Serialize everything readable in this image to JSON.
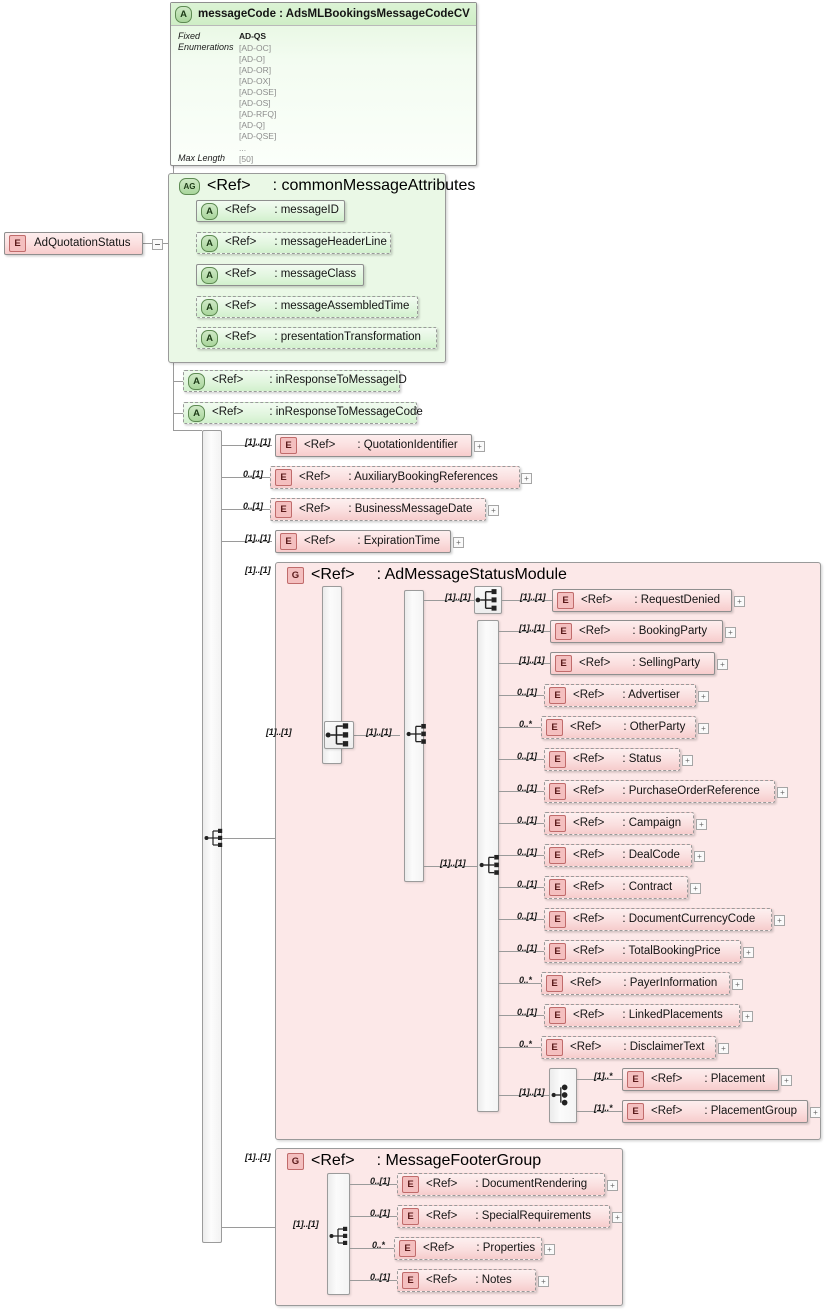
{
  "diagram": {
    "type": "xsd-schema-diagram",
    "root": {
      "name": "AdQuotationStatus",
      "badge": "E",
      "expander": "minus"
    },
    "ref_label": "<Ref>",
    "enumeration_card": {
      "badge": "A",
      "title": "messageCode : AdsMLBookingsMessageCodeCV",
      "rows": [
        {
          "key": "Fixed",
          "key2": "Enumerations",
          "value": "AD-QS"
        },
        {
          "key": "",
          "value": "[AD-OC]"
        },
        {
          "key": "",
          "value": "[AD-O]"
        },
        {
          "key": "",
          "value": "[AD-OR]"
        },
        {
          "key": "",
          "value": "[AD-OX]"
        },
        {
          "key": "",
          "value": "[AD-OSE]"
        },
        {
          "key": "",
          "value": "[AD-OS]"
        },
        {
          "key": "",
          "value": "[AD-RFQ]"
        },
        {
          "key": "",
          "value": "[AD-Q]"
        },
        {
          "key": "",
          "value": "[AD-QSE]"
        },
        {
          "key": "",
          "value": "..."
        },
        {
          "key": "Max Length",
          "value": "[50]"
        }
      ]
    },
    "attribute_group": {
      "badge": "AG",
      "ref": "<Ref>",
      "name": ": commonMessageAttributes",
      "attributes": [
        {
          "badge": "A",
          "ref": "<Ref>",
          "name": ": messageID",
          "optional": false
        },
        {
          "badge": "A",
          "ref": "<Ref>",
          "name": ": messageHeaderLine",
          "optional": true
        },
        {
          "badge": "A",
          "ref": "<Ref>",
          "name": ": messageClass",
          "optional": false
        },
        {
          "badge": "A",
          "ref": "<Ref>",
          "name": ": messageAssembledTime",
          "optional": true
        },
        {
          "badge": "A",
          "ref": "<Ref>",
          "name": ": presentationTransformation",
          "optional": true
        }
      ]
    },
    "standalone_attributes": [
      {
        "badge": "A",
        "ref": "<Ref>",
        "name": ": inResponseToMessageID",
        "optional": true
      },
      {
        "badge": "A",
        "ref": "<Ref>",
        "name": ": inResponseToMessageCode",
        "optional": true
      }
    ],
    "top_sequence": {
      "compositor": "sequence",
      "cardinality": "[1]..[1]",
      "children": [
        {
          "badge": "E",
          "ref": "<Ref>",
          "name": ": QuotationIdentifier",
          "cardinality": "[1]..[1]",
          "optional": false,
          "expand": "+"
        },
        {
          "badge": "E",
          "ref": "<Ref>",
          "name": ": AuxiliaryBookingReferences",
          "cardinality": "0..[1]",
          "optional": true,
          "expand": "+"
        },
        {
          "badge": "E",
          "ref": "<Ref>",
          "name": ": BusinessMessageDate",
          "cardinality": "0..[1]",
          "optional": true,
          "expand": "+"
        },
        {
          "badge": "E",
          "ref": "<Ref>",
          "name": ": ExpirationTime",
          "cardinality": "[1]..[1]",
          "optional": false,
          "expand": "+"
        }
      ]
    },
    "ad_message_status_module": {
      "badge": "G",
      "ref": "<Ref>",
      "name": ": AdMessageStatusModule",
      "cardinality": "[1]..[1]",
      "inner_cardinality_1": "[1]..[1]",
      "inner_cardinality_2": "[1]..[1]",
      "request_denied": {
        "badge": "E",
        "ref": "<Ref>",
        "name": ": RequestDenied",
        "cardinality": "[1]..[1]",
        "optional": false,
        "expand": "+"
      },
      "request_denied_branch_cardinality": "[1]..[1]",
      "second_branch_cardinality": "[1]..[1]",
      "elements": [
        {
          "badge": "E",
          "ref": "<Ref>",
          "name": ": BookingParty",
          "cardinality": "[1]..[1]",
          "optional": false,
          "expand": "+"
        },
        {
          "badge": "E",
          "ref": "<Ref>",
          "name": ": SellingParty",
          "cardinality": "[1]..[1]",
          "optional": false,
          "expand": "+"
        },
        {
          "badge": "E",
          "ref": "<Ref>",
          "name": ": Advertiser",
          "cardinality": "0..[1]",
          "optional": true,
          "expand": "+"
        },
        {
          "badge": "E",
          "ref": "<Ref>",
          "name": ": OtherParty",
          "cardinality": "0..*",
          "optional": true,
          "expand": "+"
        },
        {
          "badge": "E",
          "ref": "<Ref>",
          "name": ": Status",
          "cardinality": "0..[1]",
          "optional": true,
          "expand": "+"
        },
        {
          "badge": "E",
          "ref": "<Ref>",
          "name": ": PurchaseOrderReference",
          "cardinality": "0..[1]",
          "optional": true,
          "expand": "+"
        },
        {
          "badge": "E",
          "ref": "<Ref>",
          "name": ": Campaign",
          "cardinality": "0..[1]",
          "optional": true,
          "expand": "+"
        },
        {
          "badge": "E",
          "ref": "<Ref>",
          "name": ": DealCode",
          "cardinality": "0..[1]",
          "optional": true,
          "expand": "+"
        },
        {
          "badge": "E",
          "ref": "<Ref>",
          "name": ": Contract",
          "cardinality": "0..[1]",
          "optional": true,
          "expand": "+"
        },
        {
          "badge": "E",
          "ref": "<Ref>",
          "name": ": DocumentCurrencyCode",
          "cardinality": "0..[1]",
          "optional": true,
          "expand": "+"
        },
        {
          "badge": "E",
          "ref": "<Ref>",
          "name": ": TotalBookingPrice",
          "cardinality": "0..[1]",
          "optional": true,
          "expand": "+"
        },
        {
          "badge": "E",
          "ref": "<Ref>",
          "name": ": PayerInformation",
          "cardinality": "0..*",
          "optional": true,
          "expand": "+"
        },
        {
          "badge": "E",
          "ref": "<Ref>",
          "name": ": LinkedPlacements",
          "cardinality": "0..[1]",
          "optional": true,
          "expand": "+"
        },
        {
          "badge": "E",
          "ref": "<Ref>",
          "name": ": DisclaimerText",
          "cardinality": "0..*",
          "optional": true,
          "expand": "+"
        }
      ],
      "placement_choice": {
        "compositor": "choice",
        "cardinality": "[1]..[1]",
        "options": [
          {
            "badge": "E",
            "ref": "<Ref>",
            "name": ": Placement",
            "cardinality": "[1]..*",
            "optional": false,
            "expand": "+"
          },
          {
            "badge": "E",
            "ref": "<Ref>",
            "name": ": PlacementGroup",
            "cardinality": "[1]..*",
            "optional": false,
            "expand": "+"
          }
        ]
      }
    },
    "message_footer_group": {
      "badge": "G",
      "ref": "<Ref>",
      "name": ": MessageFooterGroup",
      "cardinality": "[1]..[1]",
      "inner_cardinality": "[1]..[1]",
      "elements": [
        {
          "badge": "E",
          "ref": "<Ref>",
          "name": ": DocumentRendering",
          "cardinality": "0..[1]",
          "optional": true,
          "expand": "+"
        },
        {
          "badge": "E",
          "ref": "<Ref>",
          "name": ": SpecialRequirements",
          "cardinality": "0..[1]",
          "optional": true,
          "expand": "+"
        },
        {
          "badge": "E",
          "ref": "<Ref>",
          "name": ": Properties",
          "cardinality": "0..*",
          "optional": true,
          "expand": "+"
        },
        {
          "badge": "E",
          "ref": "<Ref>",
          "name": ": Notes",
          "cardinality": "0..[1]",
          "optional": true,
          "expand": "+"
        }
      ]
    }
  }
}
